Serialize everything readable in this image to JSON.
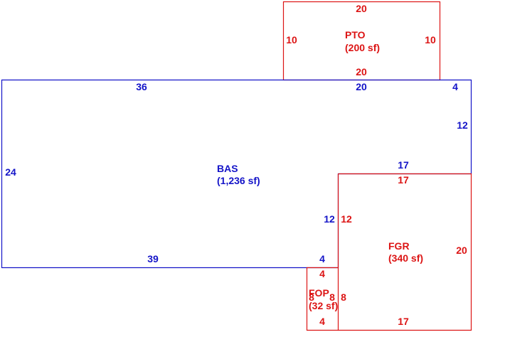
{
  "colors": {
    "bas": "#1414c8",
    "addon": "#dc1414",
    "background": "#ffffff"
  },
  "areas": {
    "bas": {
      "code": "BAS",
      "area": "(1,236 sf)",
      "dims": {
        "top_left": "36",
        "top_right": "20",
        "corner_top": "4",
        "right_upper": "12",
        "left": "24",
        "step_top": "17",
        "step_side": "12",
        "bottom": "39",
        "bottom_short": "4"
      }
    },
    "pto": {
      "code": "PTO",
      "area": "(200 sf)",
      "dims": {
        "top": "20",
        "left": "10",
        "right": "10",
        "bottom": "20"
      }
    },
    "fgr": {
      "code": "FGR",
      "area": "(340 sf)",
      "dims": {
        "top": "17",
        "left": "12",
        "right": "20",
        "bottom": "17"
      }
    },
    "fop": {
      "code": "FOP",
      "area": "(32 sf)",
      "dims": {
        "top": "4",
        "left": "8",
        "right_inner": "8",
        "right_outer": "8",
        "bottom": "4"
      }
    }
  }
}
